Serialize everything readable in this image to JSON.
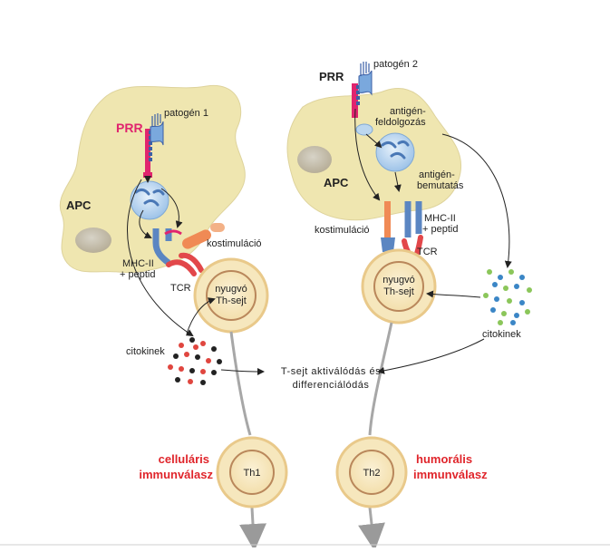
{
  "labels": {
    "apc": "APC",
    "prr": "PRR",
    "pathogen1": "patogén 1",
    "pathogen2": "patogén 2",
    "antigen_proc_line1": "antigén-",
    "antigen_proc_line2": "feldolgozás",
    "antigen_pres_line1": "antigén-",
    "antigen_pres_line2": "bemutatás",
    "costim": "kostimuláció",
    "mhc_line1": "MHC-II",
    "mhc_line2": "+ peptid",
    "tcr": "TCR",
    "resting_line1": "nyugvó",
    "resting_line2": "Th-sejt",
    "cytokines": "citokinek",
    "activation_line1": "T-sejt aktiválódás és",
    "activation_line2": "differenciálódás",
    "th1": "Th1",
    "th2": "Th2",
    "cellular_line1": "celluláris",
    "cellular_line2": "immunválasz",
    "humoral_line1": "humorális",
    "humoral_line2": "immunválasz"
  },
  "colors": {
    "apc_fill": "#efe6b0",
    "cell_fill": "#f6e7bd",
    "cell_ring": "#e9c98a",
    "vesicle": "#bcd7ef",
    "receptor_blue": "#5b86c2",
    "prr_pink": "#e0246e",
    "costim_orange": "#f08a55",
    "tcr_red": "#e2474a",
    "cytokine_red": "#e0463f",
    "cytokine_green": "#8bc65a",
    "cytokine_blue": "#3b86c6",
    "arrow_gray": "#a7a7a7",
    "emphasis_red": "#e0252b"
  }
}
